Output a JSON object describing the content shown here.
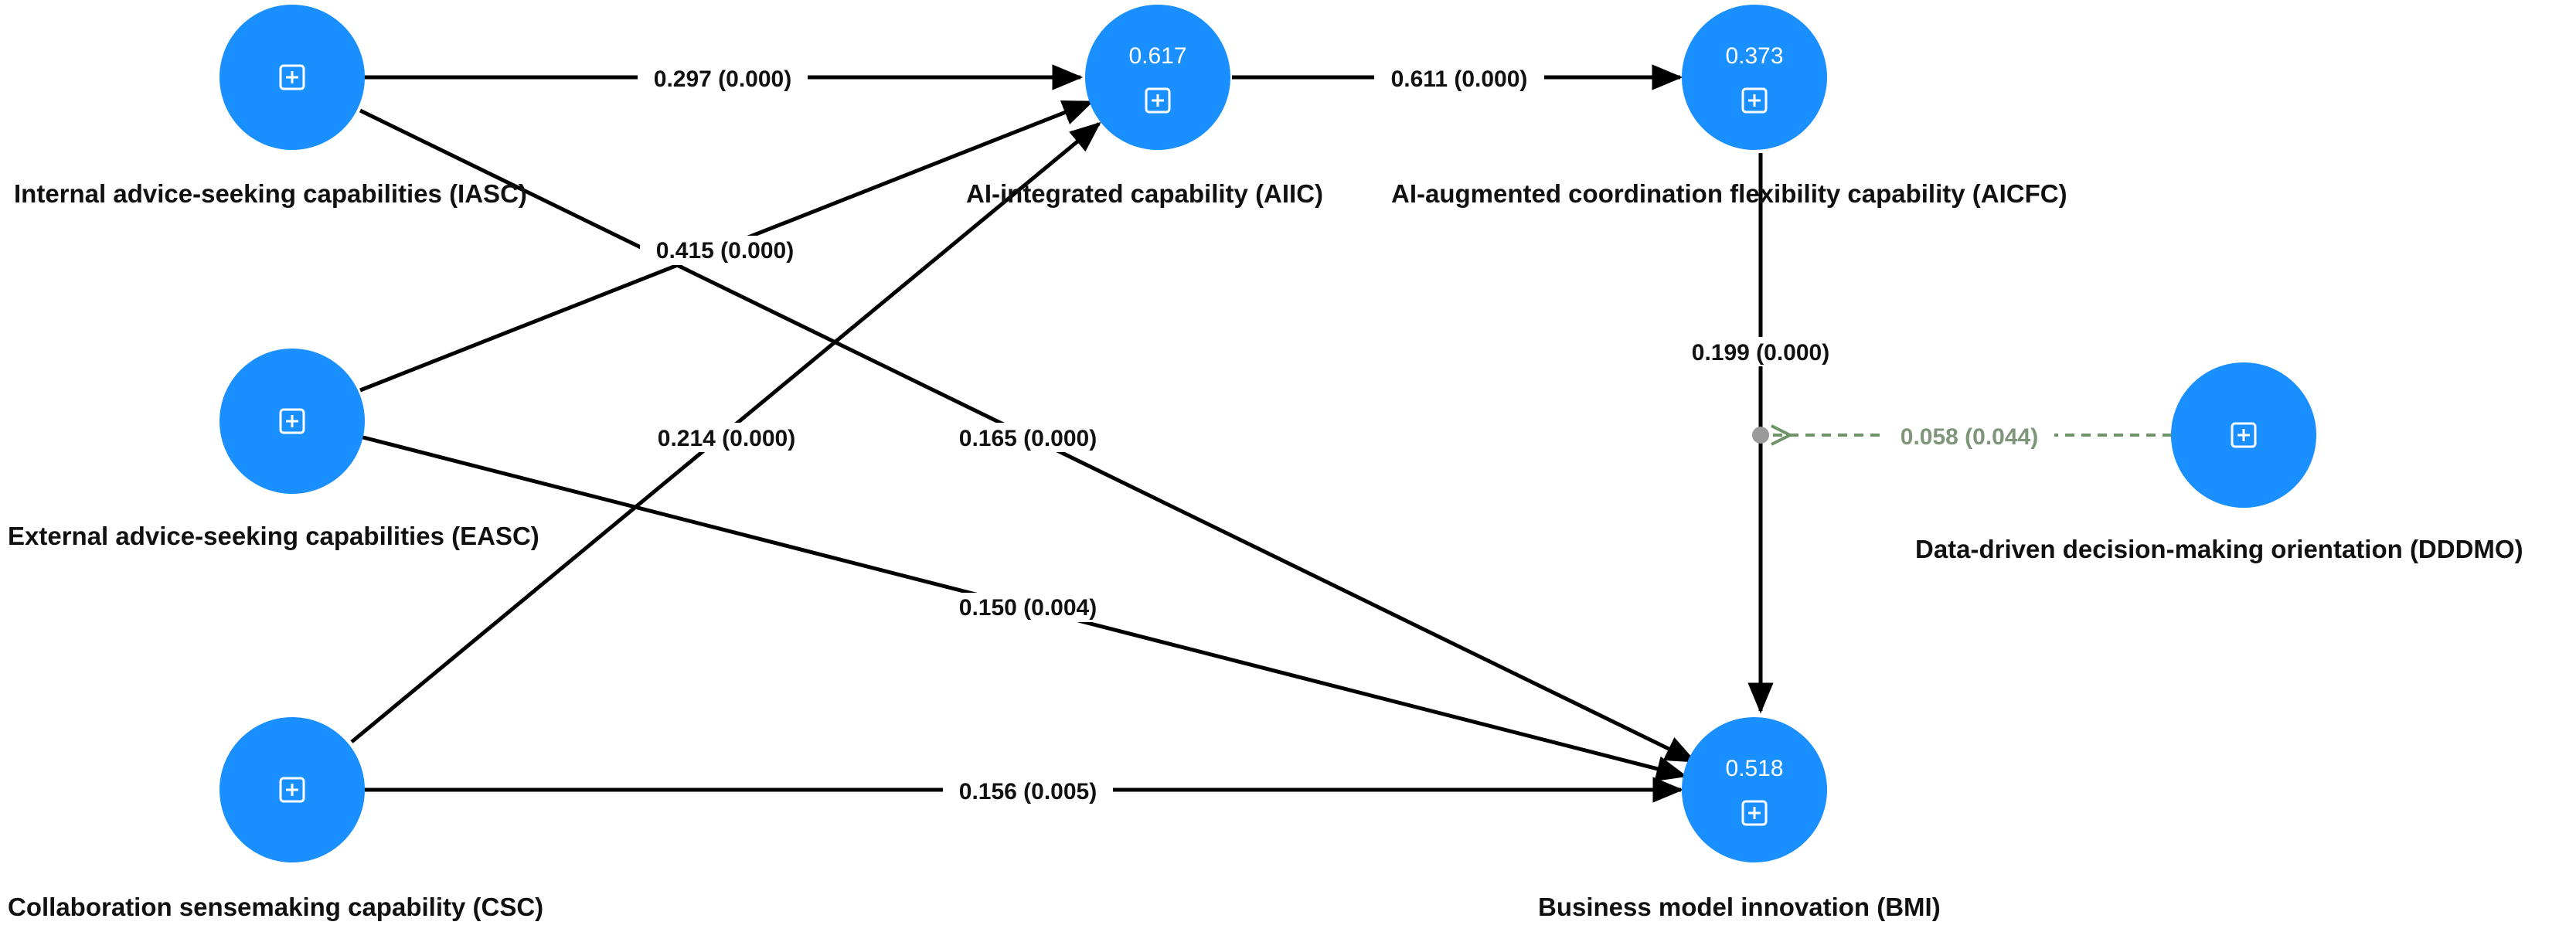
{
  "nodes": {
    "iasc": {
      "label": "Internal advice-seeking capabilities (IASC)",
      "r2": "",
      "icon": "expand-square-icon"
    },
    "easc": {
      "label": "External advice-seeking capabilities (EASC)",
      "r2": "",
      "icon": "expand-square-icon"
    },
    "csc": {
      "label": "Collaboration sensemaking capability (CSC)",
      "r2": "",
      "icon": "expand-square-icon"
    },
    "aiic": {
      "label": "AI-integrated capability (AIIC)",
      "r2": "0.617",
      "icon": "expand-square-icon"
    },
    "aicfc": {
      "label": "AI-augmented coordination flexibility capability (AICFC)",
      "r2": "0.373",
      "icon": "expand-square-icon"
    },
    "bmi": {
      "label": "Business model innovation (BMI)",
      "r2": "0.518",
      "icon": "expand-square-icon"
    },
    "dddmo": {
      "label": "Data-driven decision-making orientation (DDDMO)",
      "r2": "",
      "icon": "expand-square-icon"
    }
  },
  "paths": {
    "iasc_aiic": {
      "label": "0.297 (0.000)"
    },
    "easc_aiic": {
      "label": "0.415 (0.000)"
    },
    "csc_aiic": {
      "label": "0.214 (0.000)"
    },
    "iasc_bmi": {
      "label": "0.165 (0.000)"
    },
    "easc_bmi": {
      "label": "0.150 (0.004)"
    },
    "csc_bmi": {
      "label": "0.156 (0.005)"
    },
    "aiic_aicfc": {
      "label": "0.611 (0.000)"
    },
    "aicfc_bmi": {
      "label": "0.199 (0.000)"
    },
    "dddmo_moderation": {
      "label": "0.058 (0.044)"
    }
  },
  "colors": {
    "node_fill": "#1a8fff",
    "edge": "#000000",
    "moderation_edge": "#6f9467"
  }
}
